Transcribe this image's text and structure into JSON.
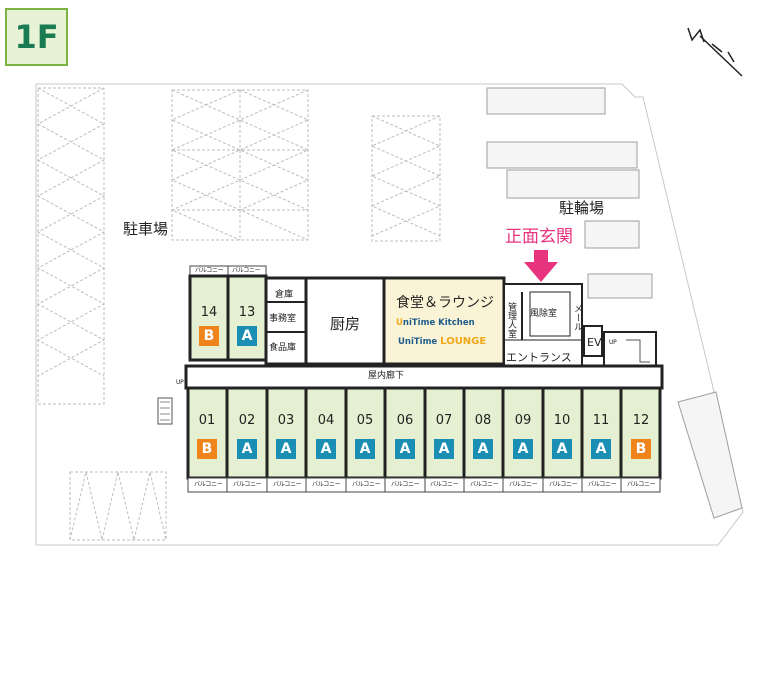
{
  "floor": "1F",
  "compass": "N",
  "areas": {
    "parking": "駐車場",
    "bicycle_parking": "駐輪場",
    "main_entrance": "正面玄関",
    "kitchen": "厨房",
    "dining_lounge": "食堂＆ラウンジ",
    "storage": "倉庫",
    "office": "事務室",
    "food_storage": "食品庫",
    "manager_room": "管理人室",
    "windbreak_room": "風除室",
    "mail": "メール",
    "elevator": "EV",
    "entrance_hall": "エントランス",
    "corridor": "屋内廊下",
    "up_mark": "UP",
    "balcony": "バルコニー"
  },
  "logos": {
    "kitchen_brand_u": "U",
    "kitchen_brand": "niTime Kitchen",
    "lounge_brand_main": "UniTime",
    "lounge_brand_sub": "LOUNGE"
  },
  "units_top": [
    {
      "number": "14",
      "type": "B",
      "color": "#f0841c"
    },
    {
      "number": "13",
      "type": "A",
      "color": "#1a8fb3"
    }
  ],
  "units_bottom": [
    {
      "number": "01",
      "type": "B",
      "color": "#f0841c"
    },
    {
      "number": "02",
      "type": "A",
      "color": "#1a8fb3"
    },
    {
      "number": "03",
      "type": "A",
      "color": "#1a8fb3"
    },
    {
      "number": "04",
      "type": "A",
      "color": "#1a8fb3"
    },
    {
      "number": "05",
      "type": "A",
      "color": "#1a8fb3"
    },
    {
      "number": "06",
      "type": "A",
      "color": "#1a8fb3"
    },
    {
      "number": "07",
      "type": "A",
      "color": "#1a8fb3"
    },
    {
      "number": "08",
      "type": "A",
      "color": "#1a8fb3"
    },
    {
      "number": "09",
      "type": "A",
      "color": "#1a8fb3"
    },
    {
      "number": "10",
      "type": "A",
      "color": "#1a8fb3"
    },
    {
      "number": "11",
      "type": "A",
      "color": "#1a8fb3"
    },
    {
      "number": "12",
      "type": "B",
      "color": "#f0841c"
    }
  ],
  "colors": {
    "unit_fill": "#e4f0d1",
    "lounge_fill": "#fbf3d6",
    "type_a": "#1a8fb3",
    "type_b": "#f0841c",
    "entrance_accent": "#e8337e",
    "floor_badge_text": "#1a7a52"
  }
}
